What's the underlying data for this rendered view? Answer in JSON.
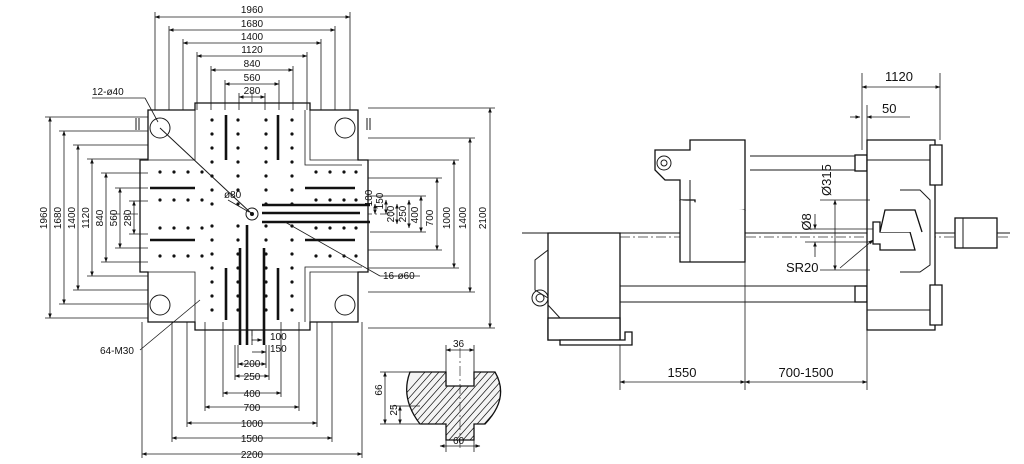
{
  "platen": {
    "top_dims": [
      "1960",
      "1680",
      "1400",
      "1120",
      "840",
      "560",
      "280"
    ],
    "left_dims": [
      "1960",
      "1680",
      "1400",
      "1120",
      "840",
      "560",
      "280"
    ],
    "right_dims": [
      "2100",
      "1400",
      "1000",
      "700",
      "400",
      "250",
      "200",
      "150",
      "100"
    ],
    "bottom_dims": [
      "100",
      "150",
      "200",
      "250",
      "400",
      "700",
      "1000",
      "1500",
      "2200"
    ],
    "callouts": {
      "tie_bar_holes": "12-ø40",
      "center_hole": "ø80",
      "screw_holes": "16-ø60",
      "threaded_holes": "64-M30"
    }
  },
  "slot_section": {
    "dims": [
      "36",
      "66",
      "25",
      "60"
    ]
  },
  "side_view": {
    "dims": {
      "overall": "1120",
      "nozzle_gap": "50",
      "locating_ring": "Ø315",
      "nozzle_hole": "Ø8",
      "nozzle_radius": "SR20",
      "stroke": "1550",
      "daylight": "700-1500"
    }
  }
}
